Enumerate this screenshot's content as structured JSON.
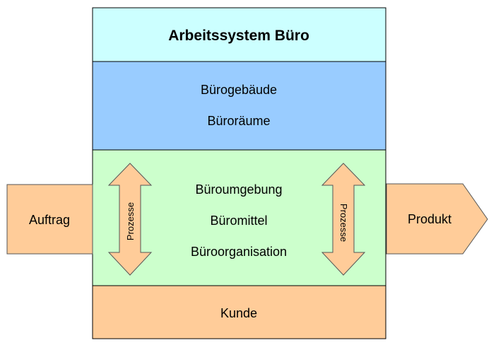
{
  "title": "Arbeitssystem Büro",
  "building": [
    "Bürogebäude",
    "Büroräume"
  ],
  "environment": [
    "Büroumgebung",
    "Büromittel",
    "Büroorganisation"
  ],
  "customer": "Kunde",
  "input": "Auftrag",
  "output": "Produkt",
  "process_left": "Prozesse",
  "process_right": "Prozesse",
  "colors": {
    "title_band": "#ccffff",
    "building_band": "#99ccff",
    "environment_band": "#ccffcc",
    "orange": "#ffcc99"
  }
}
